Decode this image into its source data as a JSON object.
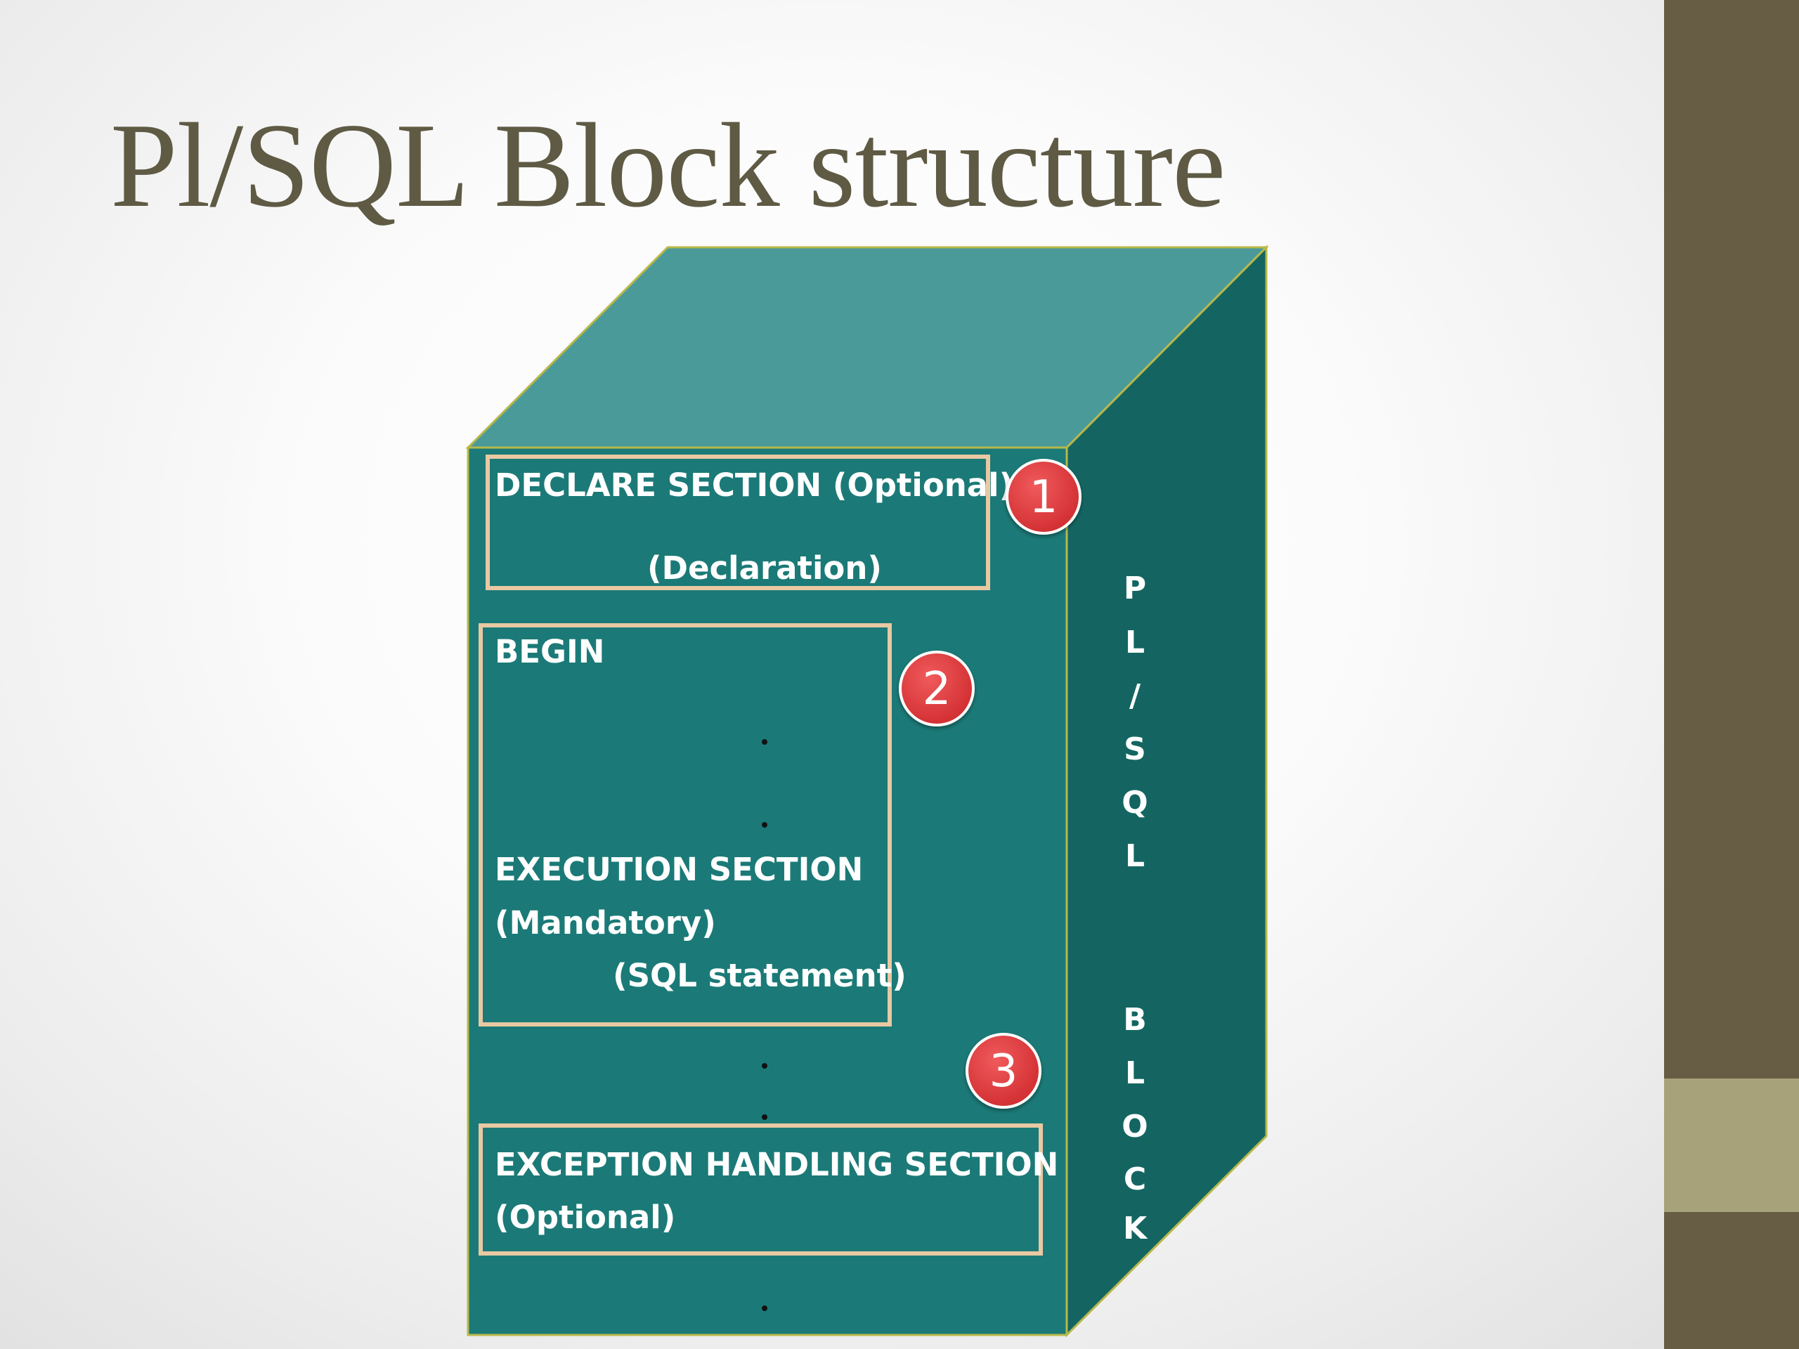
{
  "slide": {
    "title": "Pl/SQL Block structure"
  },
  "colors": {
    "title": "#5e5a44",
    "sidebar": "#675c44",
    "sidebar_accent": "#a7a27a",
    "cube_front": "#1b7a77",
    "cube_top": "#4a9a9a",
    "cube_side": "#146562",
    "cube_outline": "#b8b84a",
    "section_border": "#e8c9a3",
    "badge": "#e0383a"
  },
  "cube": {
    "side_label_top": [
      "P",
      "L",
      "/",
      "S",
      "Q",
      "L"
    ],
    "side_label_bottom": [
      "B",
      "L",
      "O",
      "C",
      "K"
    ]
  },
  "sections": {
    "declare": {
      "line1": "DECLARE SECTION (Optional)",
      "line2": "(Declaration)",
      "badge": "1"
    },
    "execution": {
      "begin": "BEGIN",
      "line1": "EXECUTION SECTION",
      "line2": "(Mandatory)",
      "line3": "(SQL statement)",
      "badge": "2"
    },
    "exception": {
      "line1": "EXCEPTION HANDLING SECTION",
      "line2": "(Optional)",
      "badge": "3"
    }
  }
}
